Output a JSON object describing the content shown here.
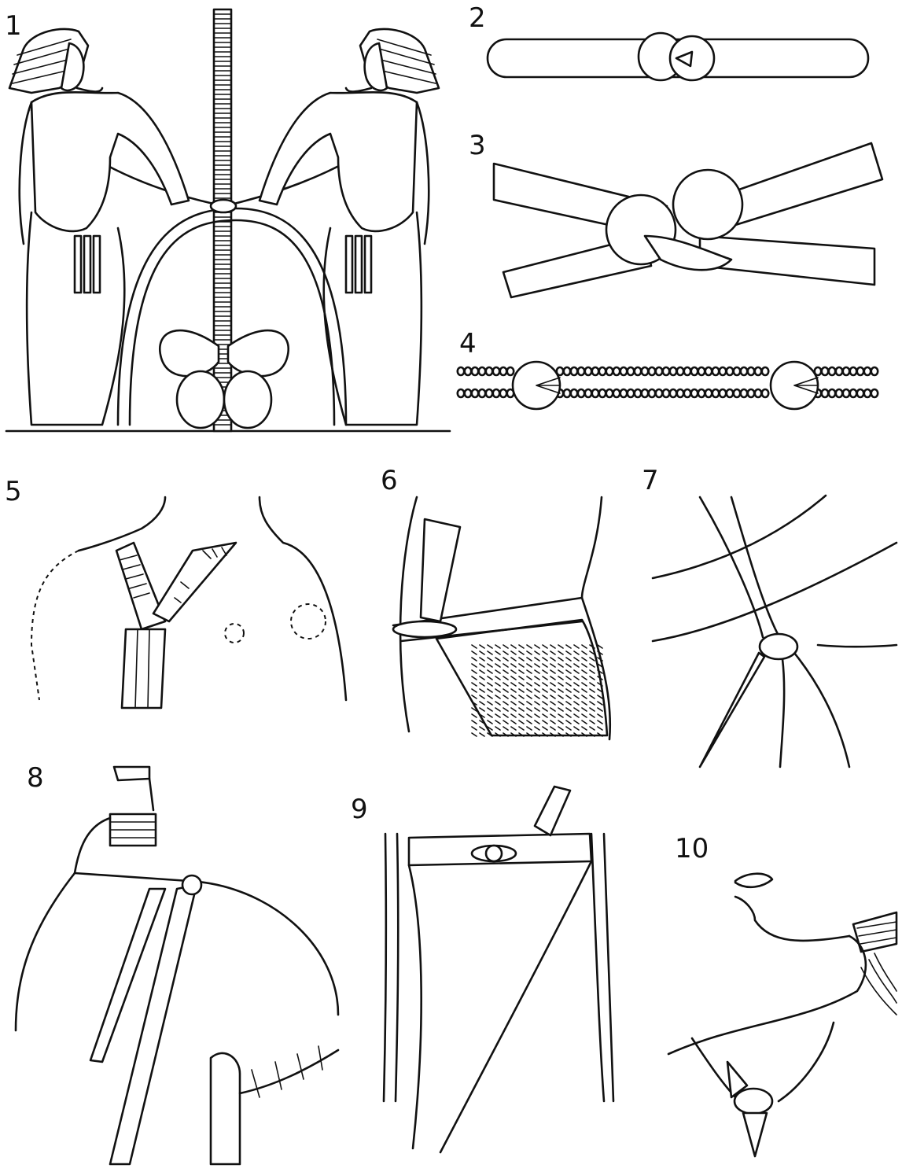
{
  "plate": {
    "title": "",
    "figures": [
      {
        "id": "fig-1",
        "number": "1",
        "subject": "two-figures-tying-knot-around-central-pole"
      },
      {
        "id": "fig-2",
        "number": "2",
        "subject": "square-knot-loop"
      },
      {
        "id": "fig-3",
        "number": "3",
        "subject": "reef-knot-with-flat-bands"
      },
      {
        "id": "fig-4",
        "number": "4",
        "subject": "bead-strands-with-knot-clasps"
      },
      {
        "id": "fig-5",
        "number": "5",
        "subject": "neck-with-striped-collar-straps"
      },
      {
        "id": "fig-6",
        "number": "6",
        "subject": "belt-knot-with-netted-garment"
      },
      {
        "id": "fig-7",
        "number": "7",
        "subject": "knot-tying-two-crossing-bands"
      },
      {
        "id": "fig-8",
        "number": "8",
        "subject": "shoulder-strap-knot"
      },
      {
        "id": "fig-9",
        "number": "9",
        "subject": "belt-knot-at-waist"
      },
      {
        "id": "fig-10",
        "number": "10",
        "subject": "knot-below-chin-at-collar"
      }
    ],
    "colors": {
      "ink": "#111111",
      "paper": "#ffffff"
    }
  }
}
